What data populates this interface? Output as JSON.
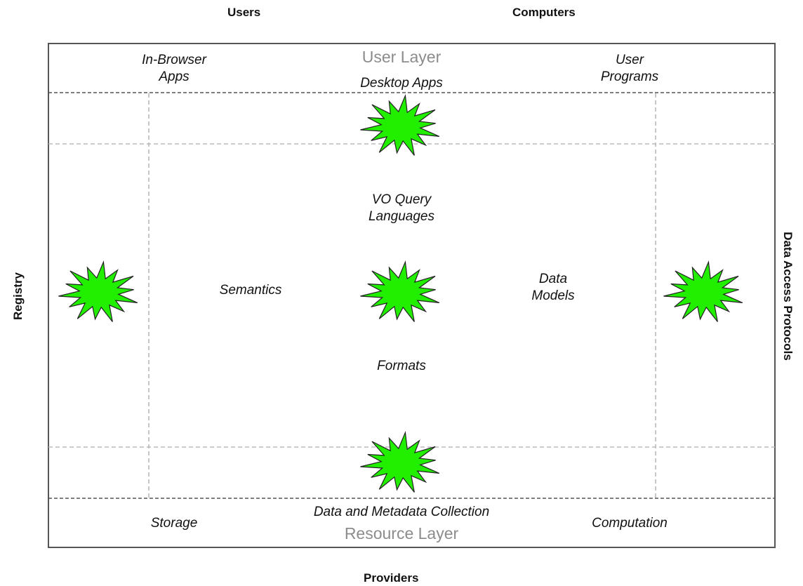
{
  "outer_labels": {
    "top_left": "Users",
    "top_right": "Computers",
    "left": "Registry",
    "right": "Data Access Protocols",
    "bottom": "Providers"
  },
  "user_layer": {
    "title": "User Layer",
    "left": [
      "In-Browser",
      "Apps"
    ],
    "center": "Desktop Apps",
    "right": [
      "User",
      "Programs"
    ]
  },
  "core": {
    "query": [
      "VO Query",
      "Languages"
    ],
    "semantics": "Semantics",
    "models": [
      "Data",
      "Models"
    ],
    "formats": "Formats"
  },
  "resource_layer": {
    "title": "Resource Layer",
    "left": "Storage",
    "center": "Data and Metadata Collection",
    "right": "Computation"
  },
  "colors": {
    "burst_fill": "#22ee00",
    "burst_stroke": "#222222",
    "frame": "#555555",
    "dashed": "#bbbbbb",
    "layer_title": "#8c8c8c"
  }
}
